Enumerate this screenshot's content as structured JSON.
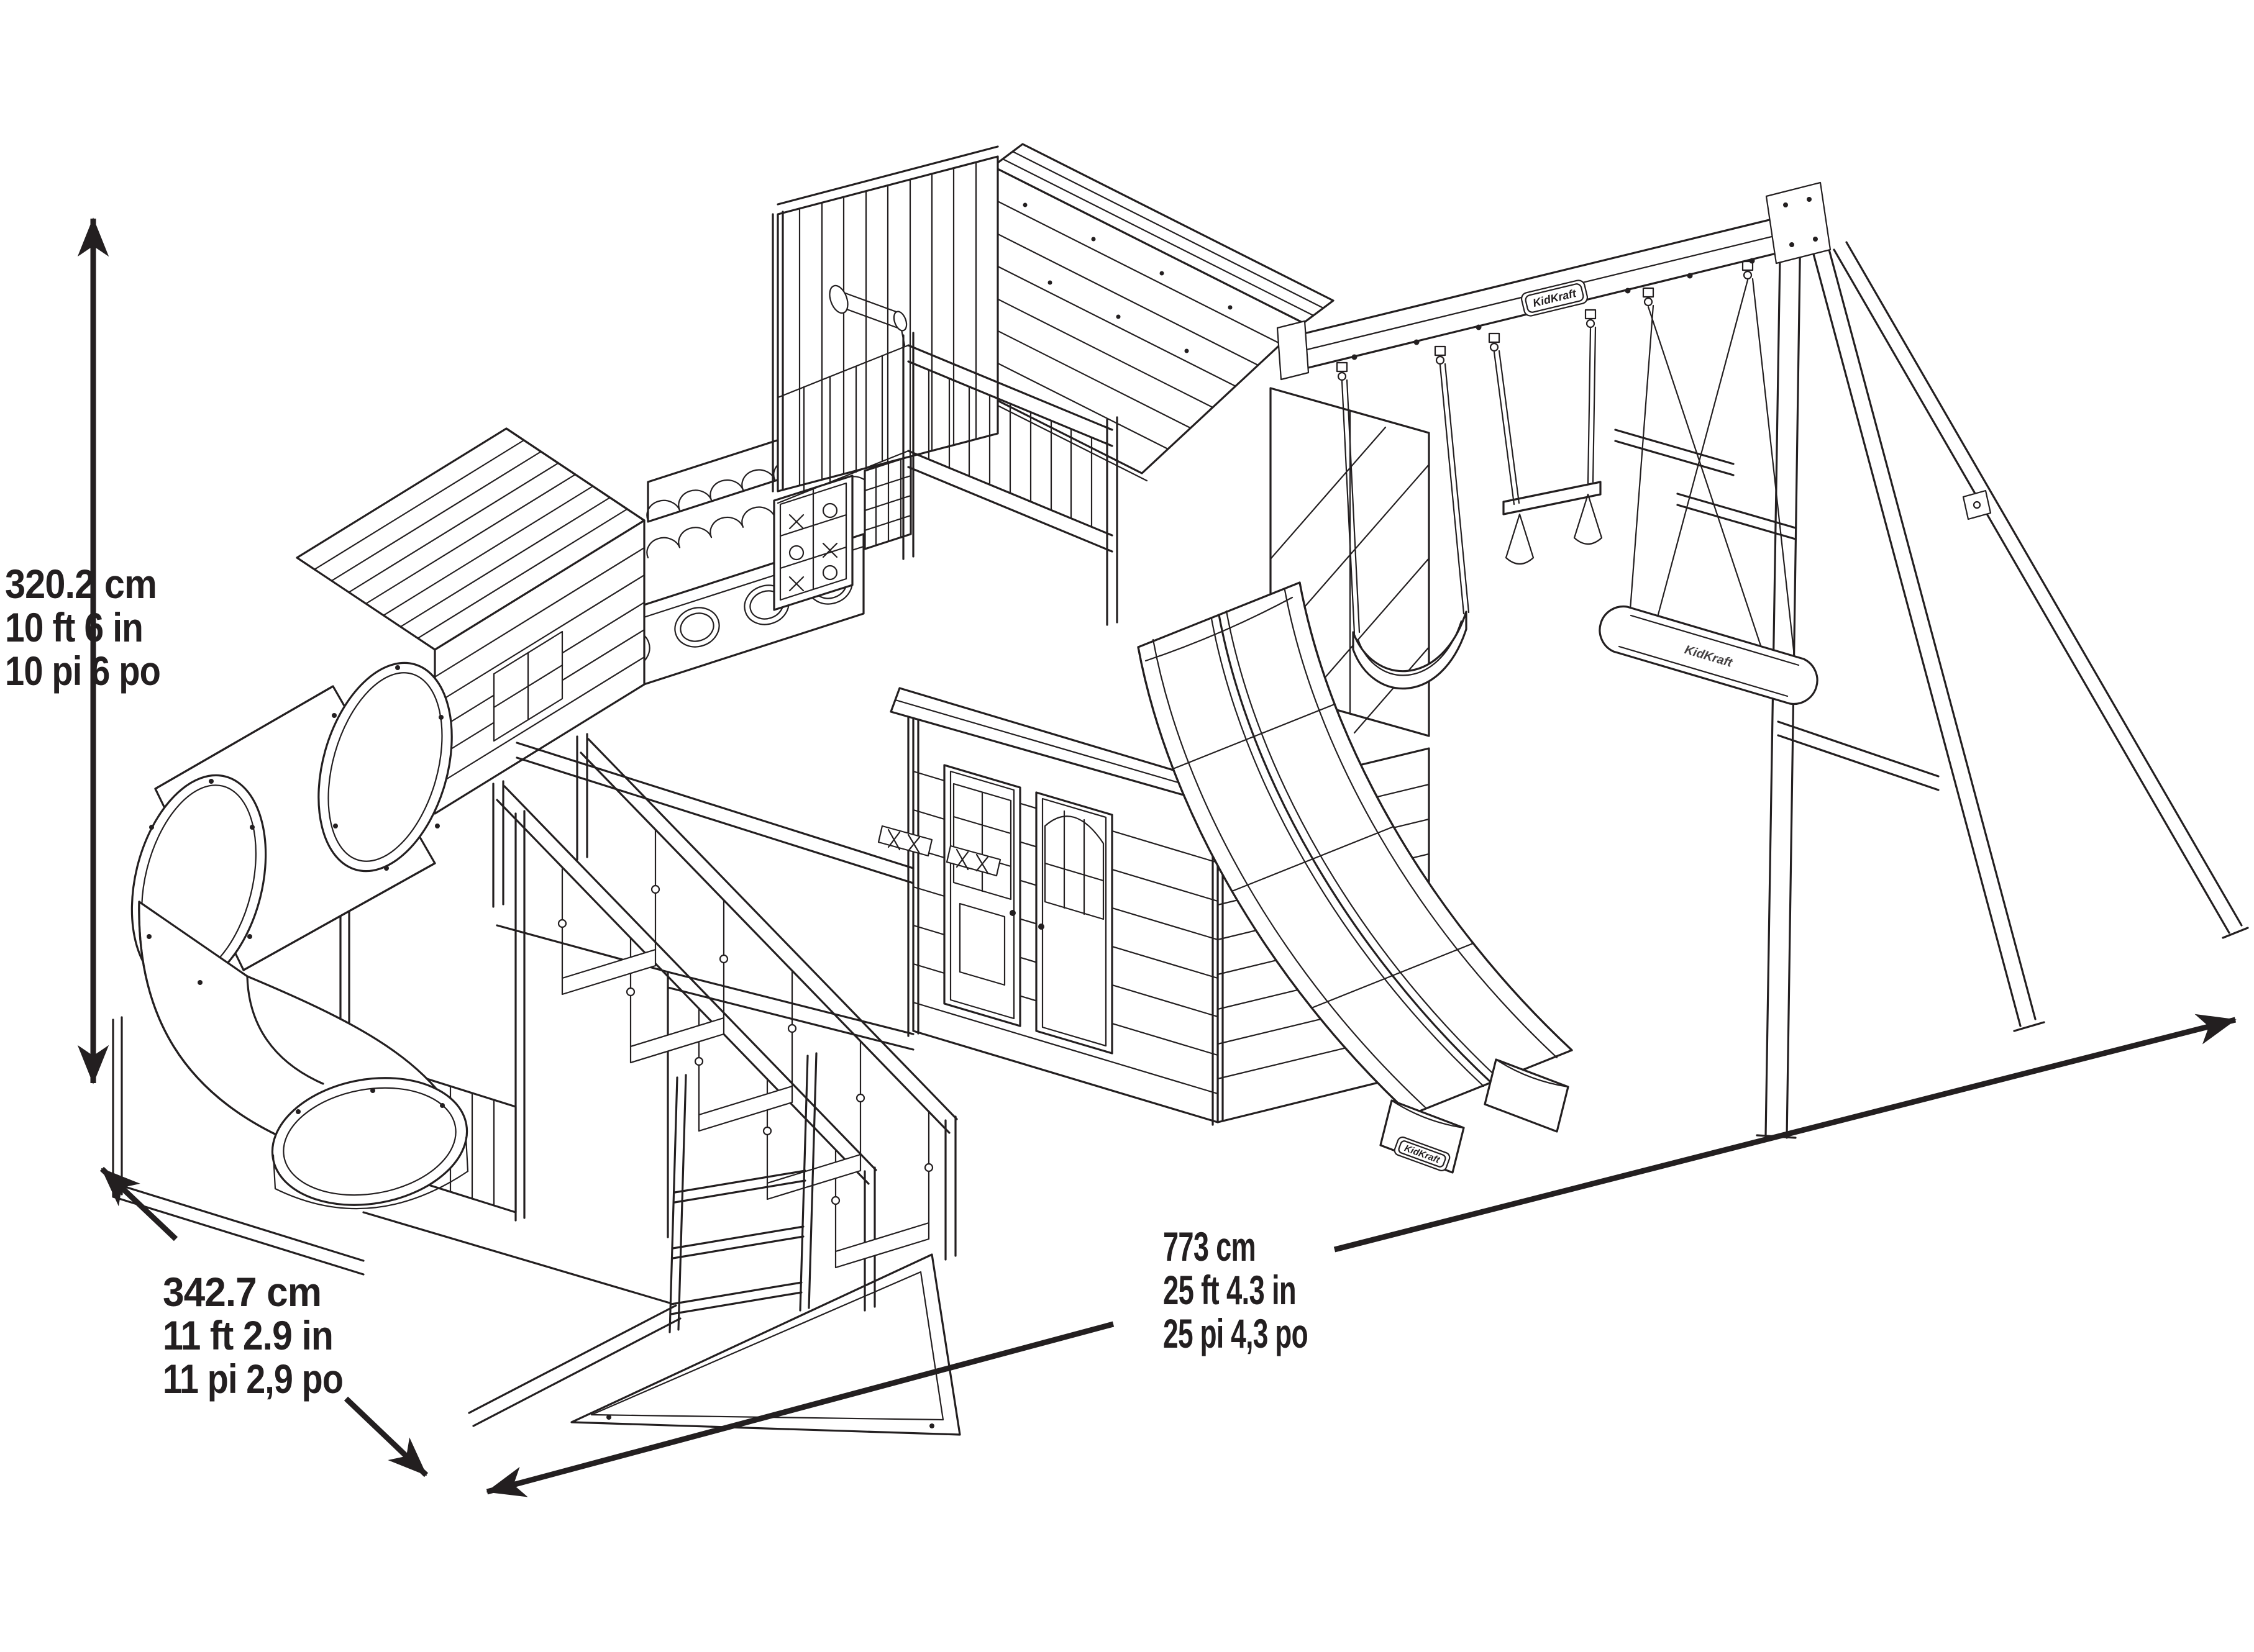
{
  "page": {
    "background": "#ffffff",
    "ink_color": "#231f20",
    "type": "isometric dimension drawing of an outdoor wooden playset"
  },
  "brand": {
    "name": "KidKraft"
  },
  "dimensions": {
    "height": {
      "label_lines": [
        "320.2 cm",
        "10 ft 6 in",
        "10 pi 6 po"
      ]
    },
    "depth": {
      "label_lines": [
        "342.7 cm",
        "11 ft 2.9 in",
        "11 pi 2,9 po"
      ]
    },
    "width": {
      "label_lines": [
        "773 cm",
        "25 ft 4.3 in",
        "25 pi 4,3 po"
      ]
    }
  },
  "drawing": {
    "components": [
      "lookout tower with slat walls and railing",
      "telescope",
      "large plank gable roof",
      "clubhouse with plank roof",
      "spiral tube slide with two barrels",
      "scalloped shingle roof band",
      "porthole window panel",
      "tic-tac-toe panel",
      "lattice panel",
      "cabin with two glazed doors",
      "double wave slide",
      "rope stairway with hanging steps",
      "access ladder",
      "triangular ground frame",
      "belt swing",
      "trapeze with rings",
      "back-to-back glider swing",
      "swing beam with brand badge",
      "A-frame swing support"
    ]
  }
}
